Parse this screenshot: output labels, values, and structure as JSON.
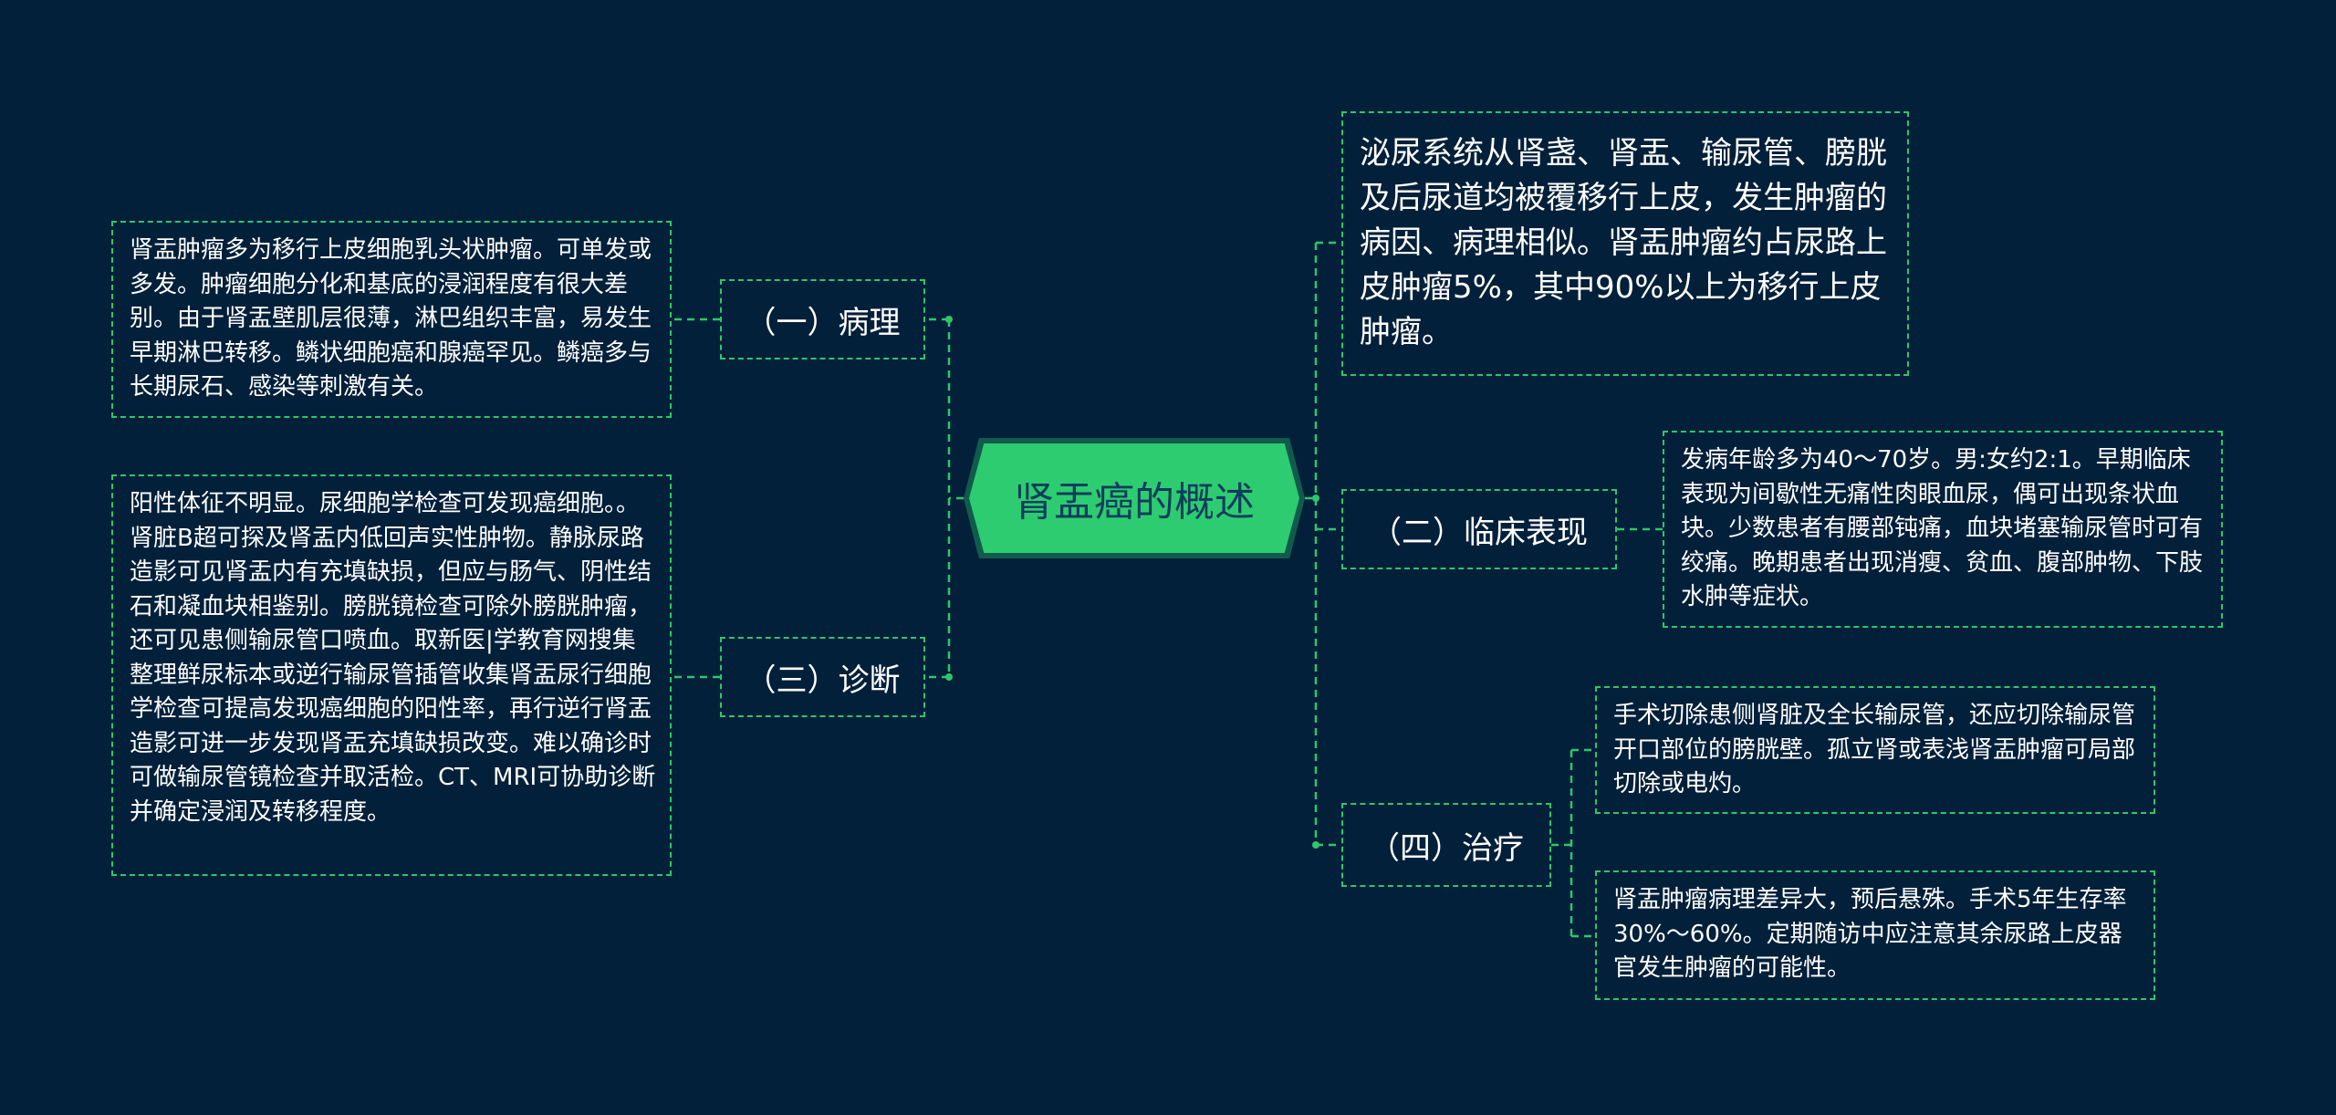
{
  "root": {
    "label": "肾盂癌的概述"
  },
  "intro": {
    "text": "泌尿系统从肾盏、肾盂、输尿管、膀胱及后尿道均被覆移行上皮，发生肿瘤的病因、病理相似。肾盂肿瘤约占尿路上皮肿瘤5%，其中90%以上为移行上皮肿瘤。"
  },
  "branches": {
    "pathology": {
      "label": "（一）病理",
      "detail": "肾盂肿瘤多为移行上皮细胞乳头状肿瘤。可单发或多发。肿瘤细胞分化和基底的浸润程度有很大差别。由于肾盂壁肌层很薄，淋巴组织丰富，易发生早期淋巴转移。鳞状细胞癌和腺癌罕见。鳞癌多与长期尿石、感染等刺激有关。"
    },
    "diagnosis": {
      "label": "（三）诊断",
      "detail": "阳性体征不明显。尿细胞学检查可发现癌细胞。。肾脏B超可探及肾盂内低回声实性肿物。静脉尿路造影可见肾盂内有充填缺损，但应与肠气、阴性结石和凝血块相鉴别。膀胱镜检查可除外膀胱肿瘤，还可见患侧输尿管口喷血。取新医|学教育网搜集整理鲜尿标本或逆行输尿管插管收集肾盂尿行细胞学检查可提高发现癌细胞的阳性率，再行逆行肾盂造影可进一步发现肾盂充填缺损改变。难以确诊时可做输尿管镜检查并取活检。CT、MRI可协助诊断并确定浸润及转移程度。"
    },
    "clinical": {
      "label": "（二）临床表现",
      "detail": "发病年龄多为40～70岁。男:女约2:1。早期临床表现为间歇性无痛性肉眼血尿，偶可出现条状血块。少数患者有腰部钝痛，血块堵塞输尿管时可有绞痛。晚期患者出现消瘦、贫血、腹部肿物、下肢水肿等症状。"
    },
    "treatment": {
      "label": "（四）治疗",
      "details": [
        "手术切除患侧肾脏及全长输尿管，还应切除输尿管开口部位的膀胱壁。孤立肾或表浅肾盂肿瘤可局部切除或电灼。",
        "肾盂肿瘤病理差异大，预后悬殊。手术5年生存率30%～60%。定期随访中应注意其余尿路上皮器官发生肿瘤的可能性。"
      ]
    }
  },
  "colors": {
    "background": "#03203a",
    "accent": "#2ecc71",
    "root_text": "#0d3e5c",
    "text": "#ffffff"
  }
}
